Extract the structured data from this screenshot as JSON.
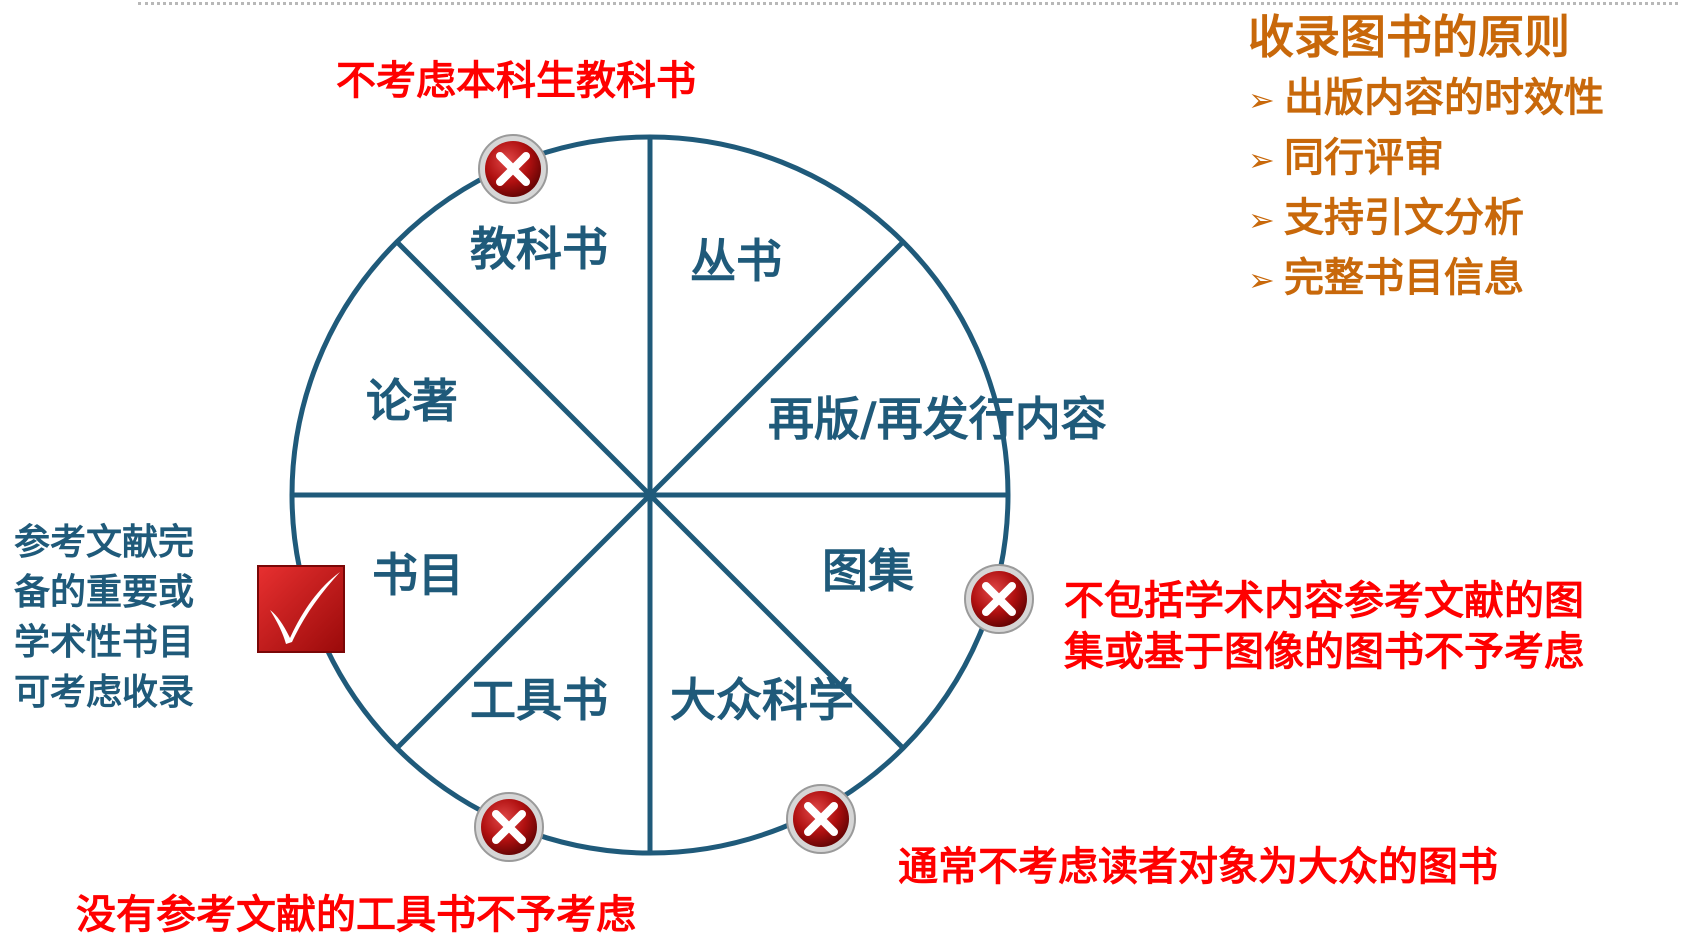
{
  "principles": {
    "title": "收录图书的原则",
    "bullet_icon": "triangle-right-icon",
    "items": [
      "出版内容的时效性",
      "同行评审",
      "支持引文分析",
      "完整书目信息"
    ]
  },
  "wheel": {
    "segments": {
      "textbook": "教科书",
      "series": "丛书",
      "monograph": "论著",
      "republished": "再版/再发行内容",
      "bibliography": "书目",
      "atlas": "图集",
      "reference_tool": "工具书",
      "popular_science": "大众科学"
    }
  },
  "notes": {
    "textbook_excluded": "不考虑本科生教科书",
    "atlas_excluded_line1": "不包括学术内容参考文献的图",
    "atlas_excluded_line2": "集或基于图像的图书不予考虑",
    "popular_excluded": "通常不考虑读者对象为大众的图书",
    "tool_excluded": "没有参考文献的工具书不予考虑",
    "bibliography_included": [
      "参考文献完",
      "备的重要或",
      "学术性书目",
      "可考虑收录"
    ]
  },
  "colors": {
    "wheel_line": "#1f5a7a",
    "segment_text": "#1f5a7a",
    "excluded_text": "#ff0000",
    "principles_text": "#c8680a",
    "icon_red": "#b01010"
  }
}
